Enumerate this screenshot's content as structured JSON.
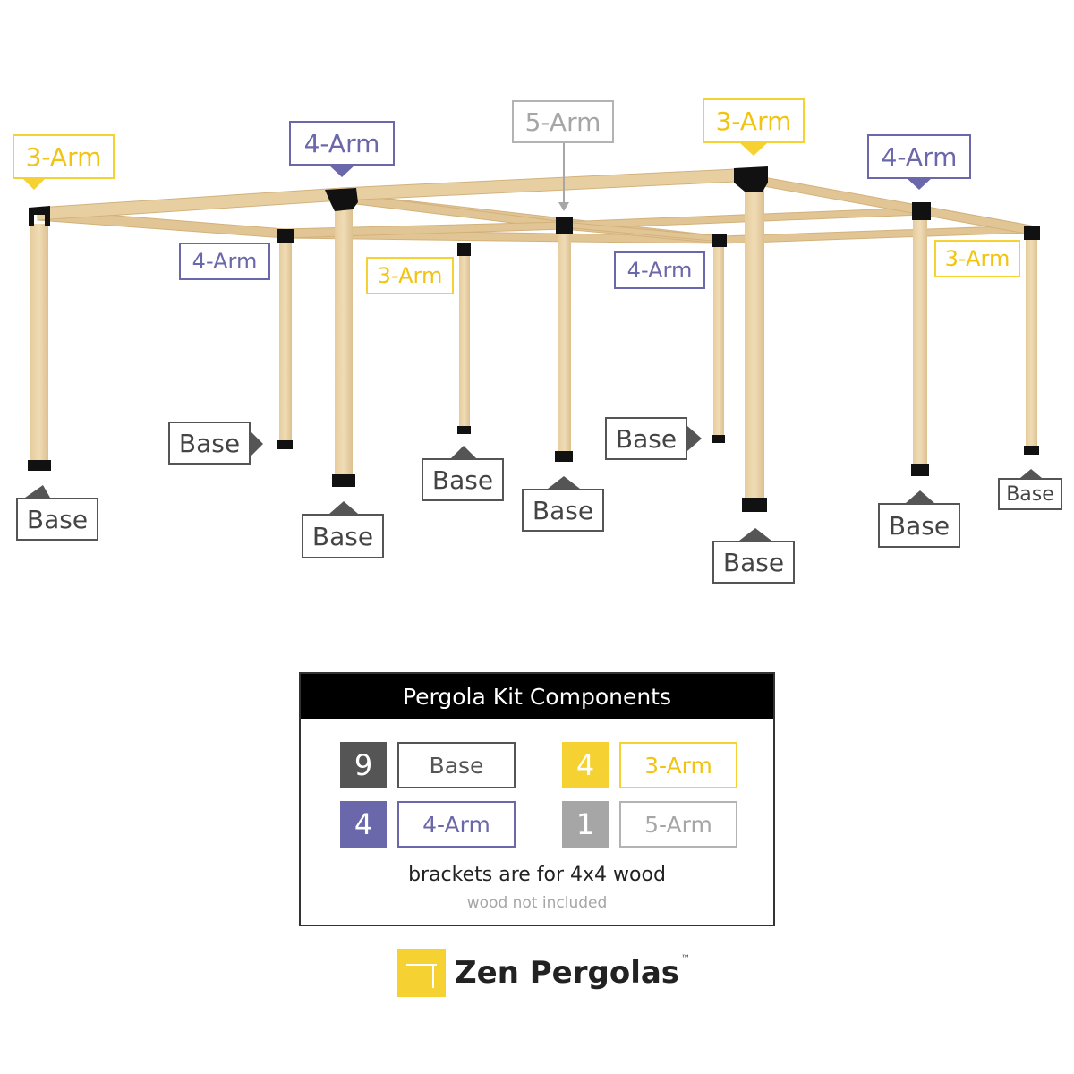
{
  "diagram": {
    "labels": {
      "top_left": "3-Arm",
      "top_mid_left": "4-Arm",
      "top_center": "5-Arm",
      "top_mid_right": "3-Arm",
      "top_right": "4-Arm",
      "back_left": "4-Arm",
      "back_mid": "3-Arm",
      "back_mid_right": "4-Arm",
      "back_right": "3-Arm",
      "base_1": "Base",
      "base_2": "Base",
      "base_3": "Base",
      "base_4": "Base",
      "base_5": "Base",
      "base_6": "Base",
      "base_7": "Base",
      "base_8": "Base",
      "base_9": "Base"
    },
    "colors": {
      "wood": "#e8cfa2",
      "wood_shade": "#d9bc8a",
      "bracket": "#111111",
      "yellow": "#f5d132",
      "purple": "#6a67aa",
      "gray": "#b3b3b3",
      "dark": "#555555"
    }
  },
  "panel": {
    "title": "Pergola Kit Components",
    "items": [
      {
        "count": "9",
        "label": "Base",
        "color": "#555555"
      },
      {
        "count": "4",
        "label": "3-Arm",
        "color": "#f5d132"
      },
      {
        "count": "4",
        "label": "4-Arm",
        "color": "#6a67aa"
      },
      {
        "count": "1",
        "label": "5-Arm",
        "color": "#a6a6a6"
      }
    ],
    "note": "brackets are for 4x4 wood",
    "subnote": "wood not included"
  },
  "brand": {
    "name": "Zen Pergolas",
    "tm": "™",
    "logo_icon": "bracket-logo-icon"
  }
}
